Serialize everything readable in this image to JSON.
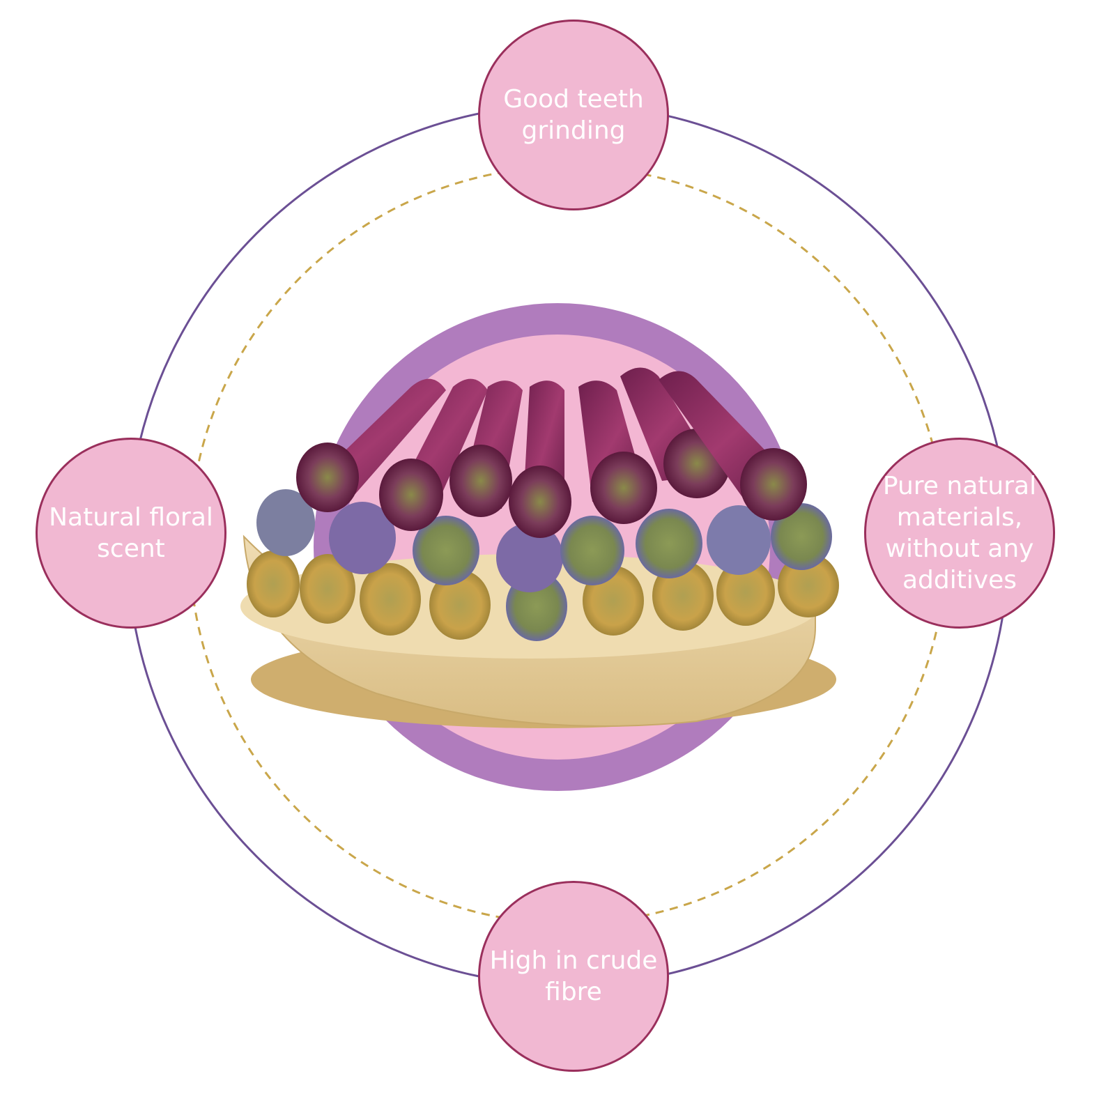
{
  "colors": {
    "background": "#ffffff",
    "outer_ring": "#6b4f94",
    "dashed_ring": "#c9a64a",
    "bubble_fill": "#f1b8d2",
    "bubble_border": "#9a2f5c",
    "bubble_text": "#ffffff",
    "center_disc_outer": "#b07cbd",
    "center_disc_inner": "#f3b7d3",
    "wooden_plate": "#e8d2a2",
    "stick_rose": "#8a2a5e",
    "stick_lavender": "#7d6aa6",
    "stick_marigold": "#c9a24a"
  },
  "features": [
    {
      "id": "top",
      "text": "Good teeth\ngrinding"
    },
    {
      "id": "left",
      "text": "Natural floral\nscent"
    },
    {
      "id": "right",
      "text": "Pure natural\nmaterials,\nwithout any\nadditives"
    },
    {
      "id": "bottom",
      "text": "High in crude\nfibre"
    }
  ],
  "product_image": {
    "subject": "herbal-stick-stack",
    "layers": [
      "rose petal sticks",
      "lavender sticks",
      "marigold sticks"
    ]
  }
}
